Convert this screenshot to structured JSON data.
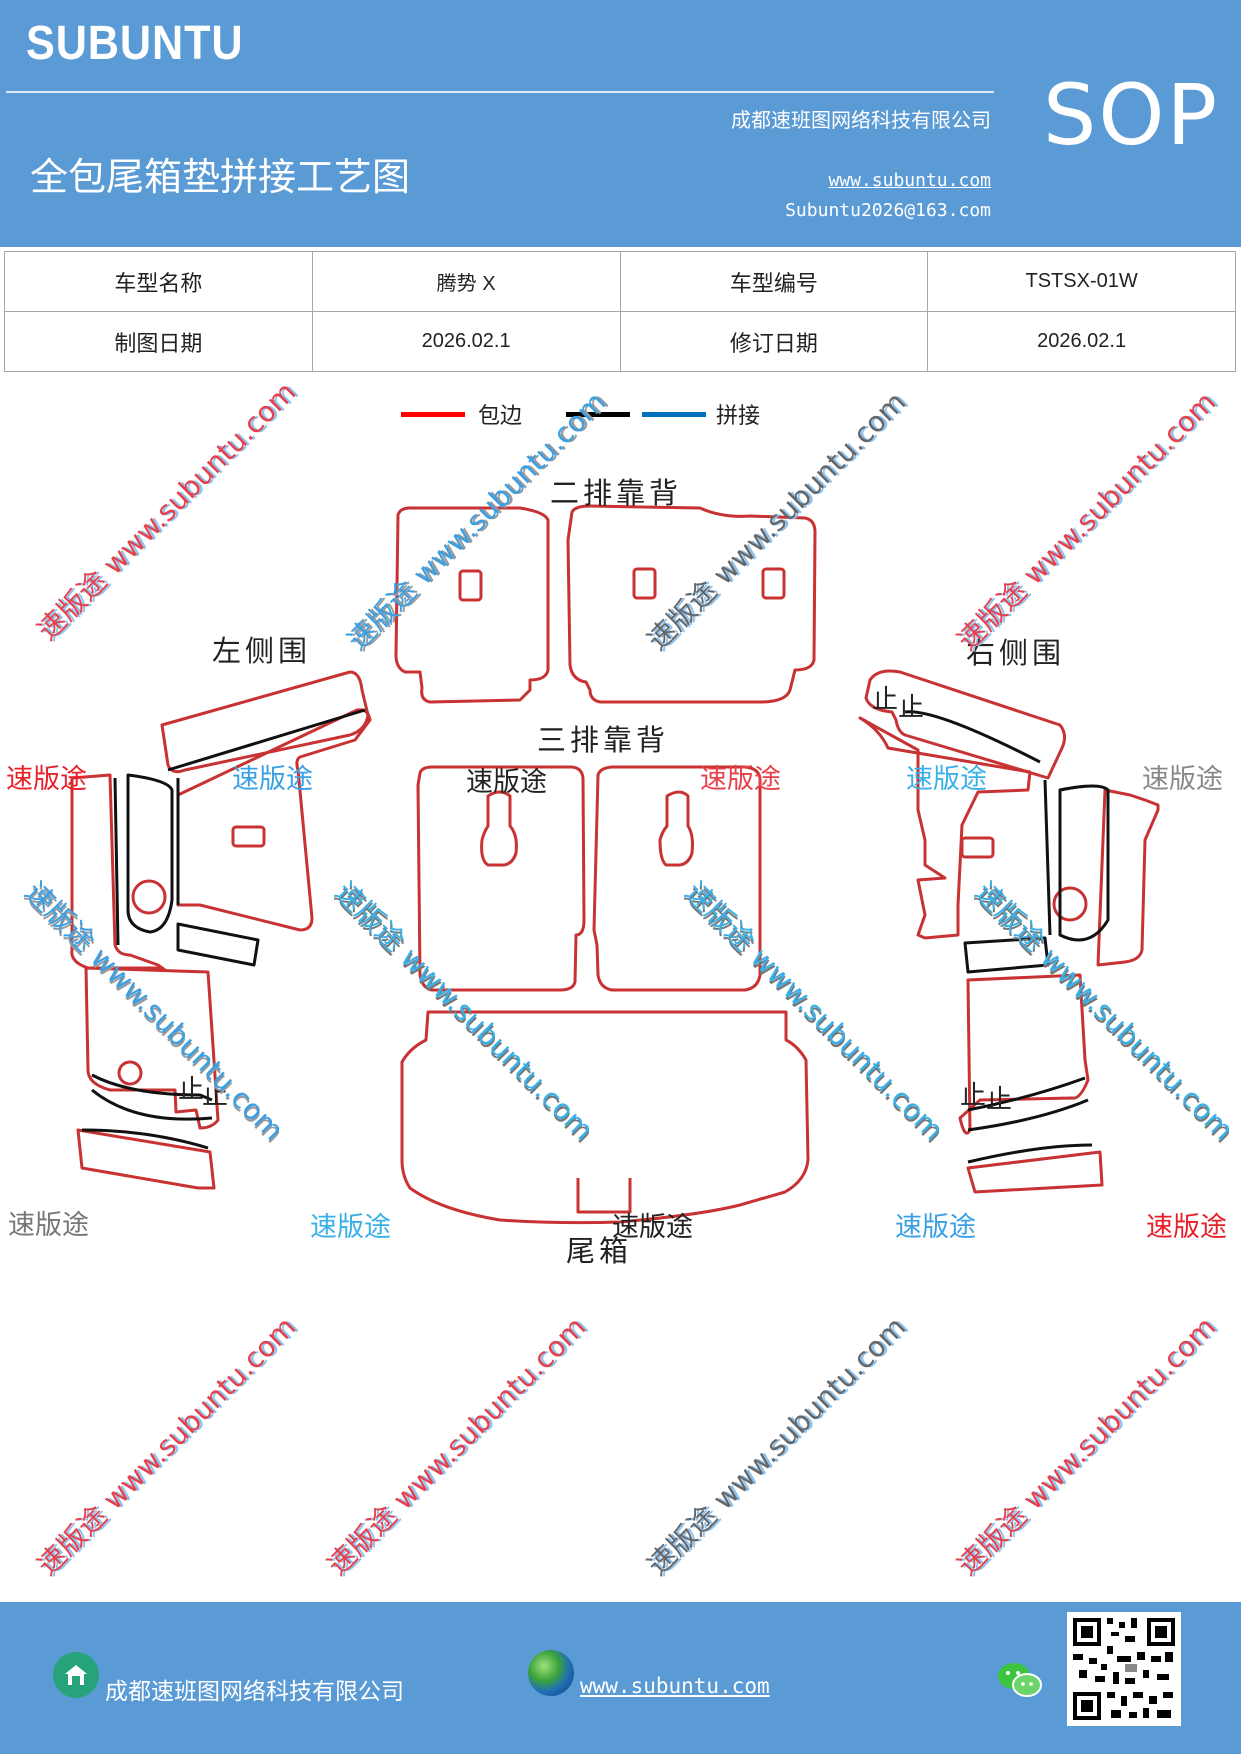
{
  "header": {
    "brand": "SUBUNTU",
    "title": "全包尾箱垫拼接工艺图",
    "company": "成都速班图网络科技有限公司",
    "website": "www.subuntu.com",
    "email": "Subuntu2026@163.com",
    "badge": "SOP",
    "bg_color": "#5b9bd5"
  },
  "info_table": {
    "model_name_label": "车型名称",
    "model_name_value": "腾势 X",
    "model_code_label": "车型编号",
    "model_code_value": "TSTSX-01W",
    "draw_date_label": "制图日期",
    "draw_date_value": "2026.02.1",
    "revise_date_label": "修订日期",
    "revise_date_value": "2026.02.1"
  },
  "legend": {
    "items": [
      {
        "label": "包边",
        "color": "#ff0000"
      },
      {
        "label": "",
        "color": "#000000"
      },
      {
        "label": "拼接",
        "color": "#0070c0"
      }
    ]
  },
  "diagram": {
    "part_labels": {
      "second_row_back": "二排靠背",
      "third_row_back": "三排靠背",
      "left_side": "左侧围",
      "right_side": "右侧围",
      "trunk": "尾箱"
    },
    "stop_marks": [
      "止",
      "止",
      "止",
      "止",
      "止",
      "止"
    ],
    "outline_color": "#c83232",
    "seam_color": "#111111"
  },
  "watermarks": {
    "brand_short": "速版途",
    "url": "速版途 www.subuntu.com",
    "url_only": "www.subuntu.com"
  },
  "footer": {
    "company": "成都速班图网络科技有限公司",
    "website": "www.subuntu.com",
    "icons": [
      "home-icon",
      "globe-icon",
      "wechat-icon",
      "qr-code"
    ]
  }
}
